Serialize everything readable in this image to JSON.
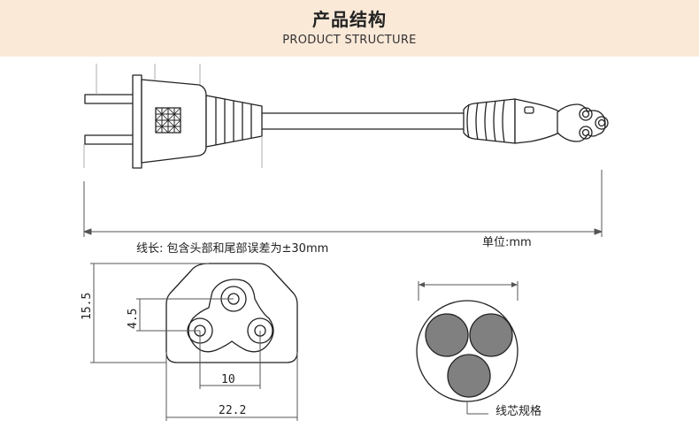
{
  "header": {
    "title_cn": "产品结构",
    "title_en": "PRODUCT STRUCTURE"
  },
  "cord": {
    "length_note": "线长: 包含头部和尾部误差为±30mm",
    "unit": "单位:mm"
  },
  "socket": {
    "height": "15.5",
    "pin_spacing_v": "4.5",
    "pin_spacing_h": "10",
    "width": "22.2"
  },
  "cross_section": {
    "label": "线芯规格"
  },
  "colors": {
    "header_bg": "#fbe9d8",
    "line": "#222222",
    "core_fill": "#808080"
  }
}
